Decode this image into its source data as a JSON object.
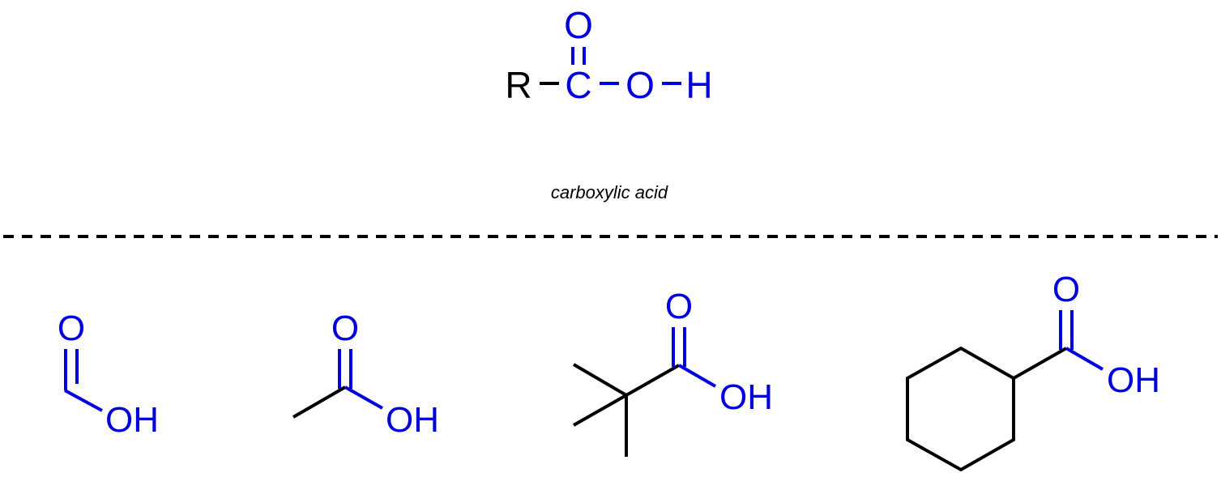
{
  "colors": {
    "functional_group": "#0000dd",
    "skeleton": "#000000",
    "divider": "#000000"
  },
  "general_structure": {
    "r_group": "R",
    "carbon": "C",
    "carbonyl_oxygen": "O",
    "hydroxyl_oxygen": "O",
    "hydrogen": "H",
    "caption": "carboxylic acid"
  },
  "examples": [
    {
      "oxygen": "O",
      "hydroxyl": "OH"
    },
    {
      "oxygen": "O",
      "hydroxyl": "OH"
    },
    {
      "oxygen": "O",
      "hydroxyl": "OH"
    },
    {
      "oxygen": "O",
      "hydroxyl": "OH"
    }
  ]
}
